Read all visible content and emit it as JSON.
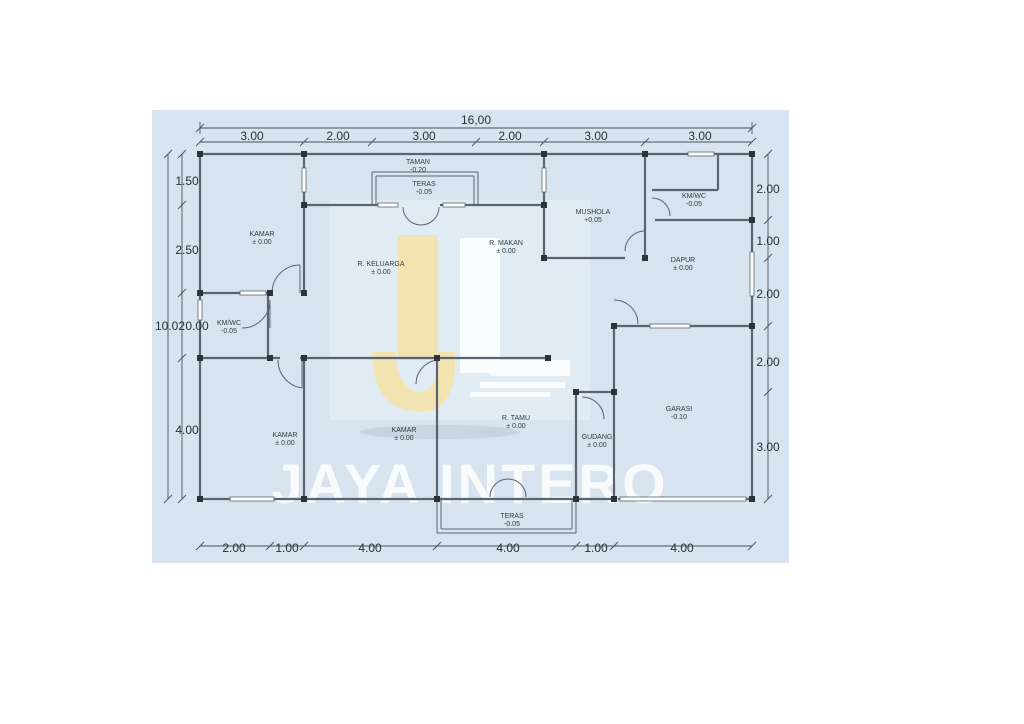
{
  "colors": {
    "background": "#d7e3ef",
    "wall": "#5a6470",
    "text": "#333a40",
    "logo_yellow": "#f3dfa0",
    "logo_white": "#ffffff"
  },
  "top_dims": {
    "total": "16,00",
    "segments": [
      "3.00",
      "2.00",
      "3.00",
      "2.00",
      "3.00",
      "3.00"
    ]
  },
  "bottom_dims": {
    "segments": [
      "2.00",
      "1.00",
      "4.00",
      "4.00",
      "1.00",
      "4.00"
    ]
  },
  "left_dims": {
    "total": "10.02",
    "segments": [
      "1.50",
      "2.50",
      "0.00",
      "4.00"
    ]
  },
  "right_dims": {
    "segments": [
      "2.00",
      "1.00",
      "2.00",
      "2.00",
      "3.00"
    ]
  },
  "rooms": {
    "taman": {
      "name": "TAMAN",
      "level": "-0.20"
    },
    "teras_top": {
      "name": "TERAS",
      "level": "-0.05"
    },
    "kamar_1": {
      "name": "KAMAR",
      "level": "± 0.00"
    },
    "kmwc_left": {
      "name": "KM/WC",
      "level": "-0.05"
    },
    "r_keluarga": {
      "name": "R. KELUARGA",
      "level": "± 0.00"
    },
    "r_makan": {
      "name": "R. MAKAN",
      "level": "± 0.00"
    },
    "mushola": {
      "name": "MUSHOLA",
      "level": "+0.05"
    },
    "kmwc_right": {
      "name": "KM/WC",
      "level": "-0.05"
    },
    "dapur": {
      "name": "DAPUR",
      "level": "± 0.00"
    },
    "kamar_2": {
      "name": "KAMAR",
      "level": "± 0.00"
    },
    "kamar_3": {
      "name": "KAMAR",
      "level": "± 0.00"
    },
    "r_tamu": {
      "name": "R. TAMU",
      "level": "± 0.00"
    },
    "gudang": {
      "name": "GUDANG",
      "level": "± 0.00"
    },
    "garasi": {
      "name": "GARASI",
      "level": "-0.10"
    },
    "teras_bottom": {
      "name": "TERAS",
      "level": "-0.05"
    }
  },
  "watermark": {
    "brand": "JAYA INTERO"
  }
}
